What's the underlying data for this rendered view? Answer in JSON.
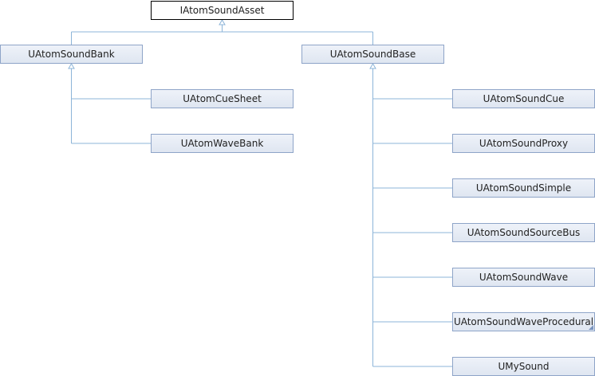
{
  "diagram": {
    "root": {
      "label": "IAtomSoundAsset"
    },
    "bank": {
      "label": "UAtomSoundBank",
      "children": [
        "UAtomCueSheet",
        "UAtomWaveBank"
      ]
    },
    "base": {
      "label": "UAtomSoundBase",
      "children": [
        "UAtomSoundCue",
        "UAtomSoundProxy",
        "UAtomSoundSimple",
        "UAtomSoundSourceBus",
        "UAtomSoundWave",
        "UAtomSoundWaveProcedural",
        "UMySound"
      ]
    },
    "colors": {
      "edge": "#8cb4d8",
      "node_border": "#8ea4c8",
      "node_fill": "#e8eef7",
      "root_border": "#000000"
    }
  }
}
